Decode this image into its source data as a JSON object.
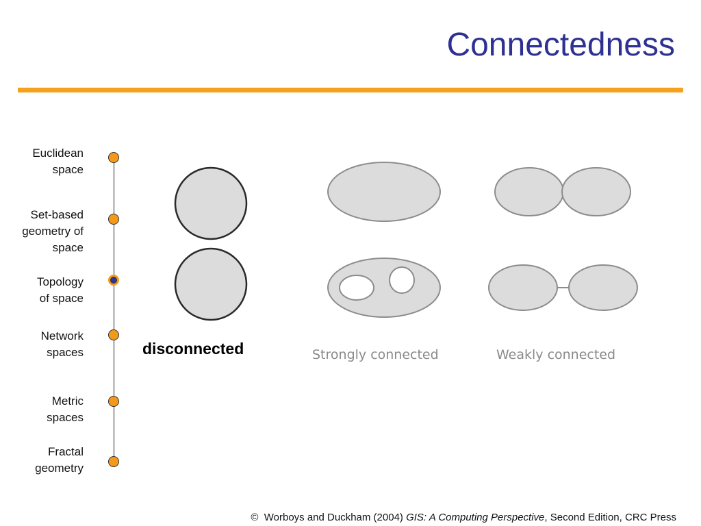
{
  "slide": {
    "title": "Connectedness"
  },
  "nav": {
    "items": [
      {
        "line1": "Euclidean",
        "line2": "space",
        "line3": "",
        "active": false
      },
      {
        "line1": "Set-based",
        "line2": "geometry of",
        "line3": "space",
        "active": false
      },
      {
        "line1": "Topology",
        "line2": "of space",
        "line3": "",
        "active": true
      },
      {
        "line1": "Network",
        "line2": "spaces",
        "line3": "",
        "active": false
      },
      {
        "line1": "Metric",
        "line2": "spaces",
        "line3": "",
        "active": false
      },
      {
        "line1": "Fractal",
        "line2": "geometry",
        "line3": "",
        "active": false
      }
    ],
    "dot_color": "#f39a1a",
    "active_dot_color": "#333399"
  },
  "diagram": {
    "captions": {
      "disconnected": "disconnected",
      "strongly": "Strongly connected",
      "weakly": "Weakly connected"
    },
    "shape_fill": "#dcdcdc",
    "shape_stroke_light": "#8c8c8c",
    "shape_stroke_dark": "#2a2a2a"
  },
  "citation": {
    "prefix": "©  Worboys and Duckham (2004) ",
    "book": "GIS: A Computing Perspective",
    "suffix": ", Second Edition, CRC Press"
  },
  "colors": {
    "title": "#2e3192",
    "rule": "#f7a01c"
  }
}
